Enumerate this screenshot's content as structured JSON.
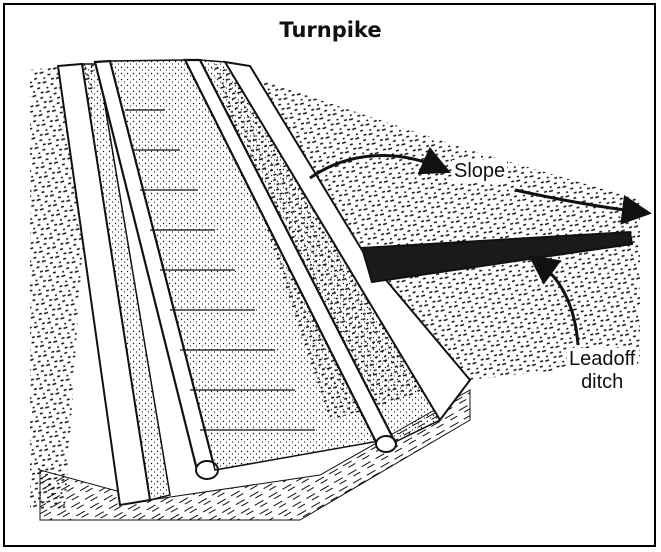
{
  "title": "Turnpike",
  "labels": {
    "slope": "Slope",
    "leadoff_line1": "Leadoff",
    "leadoff_line2": "ditch"
  },
  "colors": {
    "ink": "#111111",
    "paper": "#ffffff",
    "frame": "#000000"
  }
}
